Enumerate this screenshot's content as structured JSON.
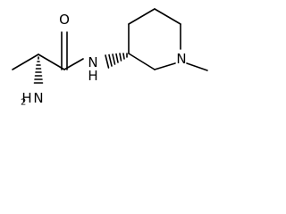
{
  "molecule": {
    "atoms": {
      "oxygen": "O",
      "amide_nitrogen": "N",
      "amide_hydrogen": "H",
      "amine_hydrogen": "H",
      "amine_nitrogen": "N",
      "amine_h_count": "2",
      "ring_nitrogen": "N"
    }
  }
}
